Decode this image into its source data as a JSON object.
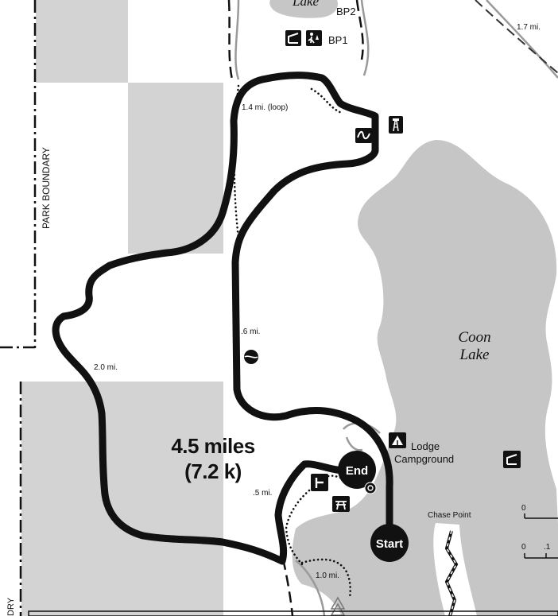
{
  "distance": {
    "miles": "4.5 miles",
    "km": "(7.2 k)"
  },
  "pins": {
    "start": "Start",
    "end": "End"
  },
  "lakes": {
    "coon_line1": "Coon",
    "coon_line2": "Lake",
    "top_lake": "Lake"
  },
  "boundary": {
    "vertical": "PARK BOUNDARY",
    "bottom": "DRY"
  },
  "places": {
    "lodge": "Lodge",
    "campground": "Campground",
    "chase_point": "Chase Point",
    "bp1": "BP1",
    "bp2": "BP2"
  },
  "segments": {
    "loop": "1.4 mi. (loop)",
    "top_right": "1.7 mi.",
    "mid": ".6 mi.",
    "west": "2.0  mi.",
    "south": ".5 mi.",
    "bottom": "1.0 mi."
  },
  "scale": {
    "zero_top": "0",
    "zero_bottom": "0",
    "tick": ".1"
  },
  "icons": [
    "shelter-icon",
    "hiker-icon",
    "lookout-tower-icon",
    "scenic-overlook-icon",
    "snowshoe-icon",
    "campground-icon",
    "picnic-icon",
    "trailhead-icon"
  ],
  "colors": {
    "route": "#111111",
    "lake": "#c6c6c6",
    "land_shade": "#d3d3d3",
    "road": "#9a9a9a"
  }
}
